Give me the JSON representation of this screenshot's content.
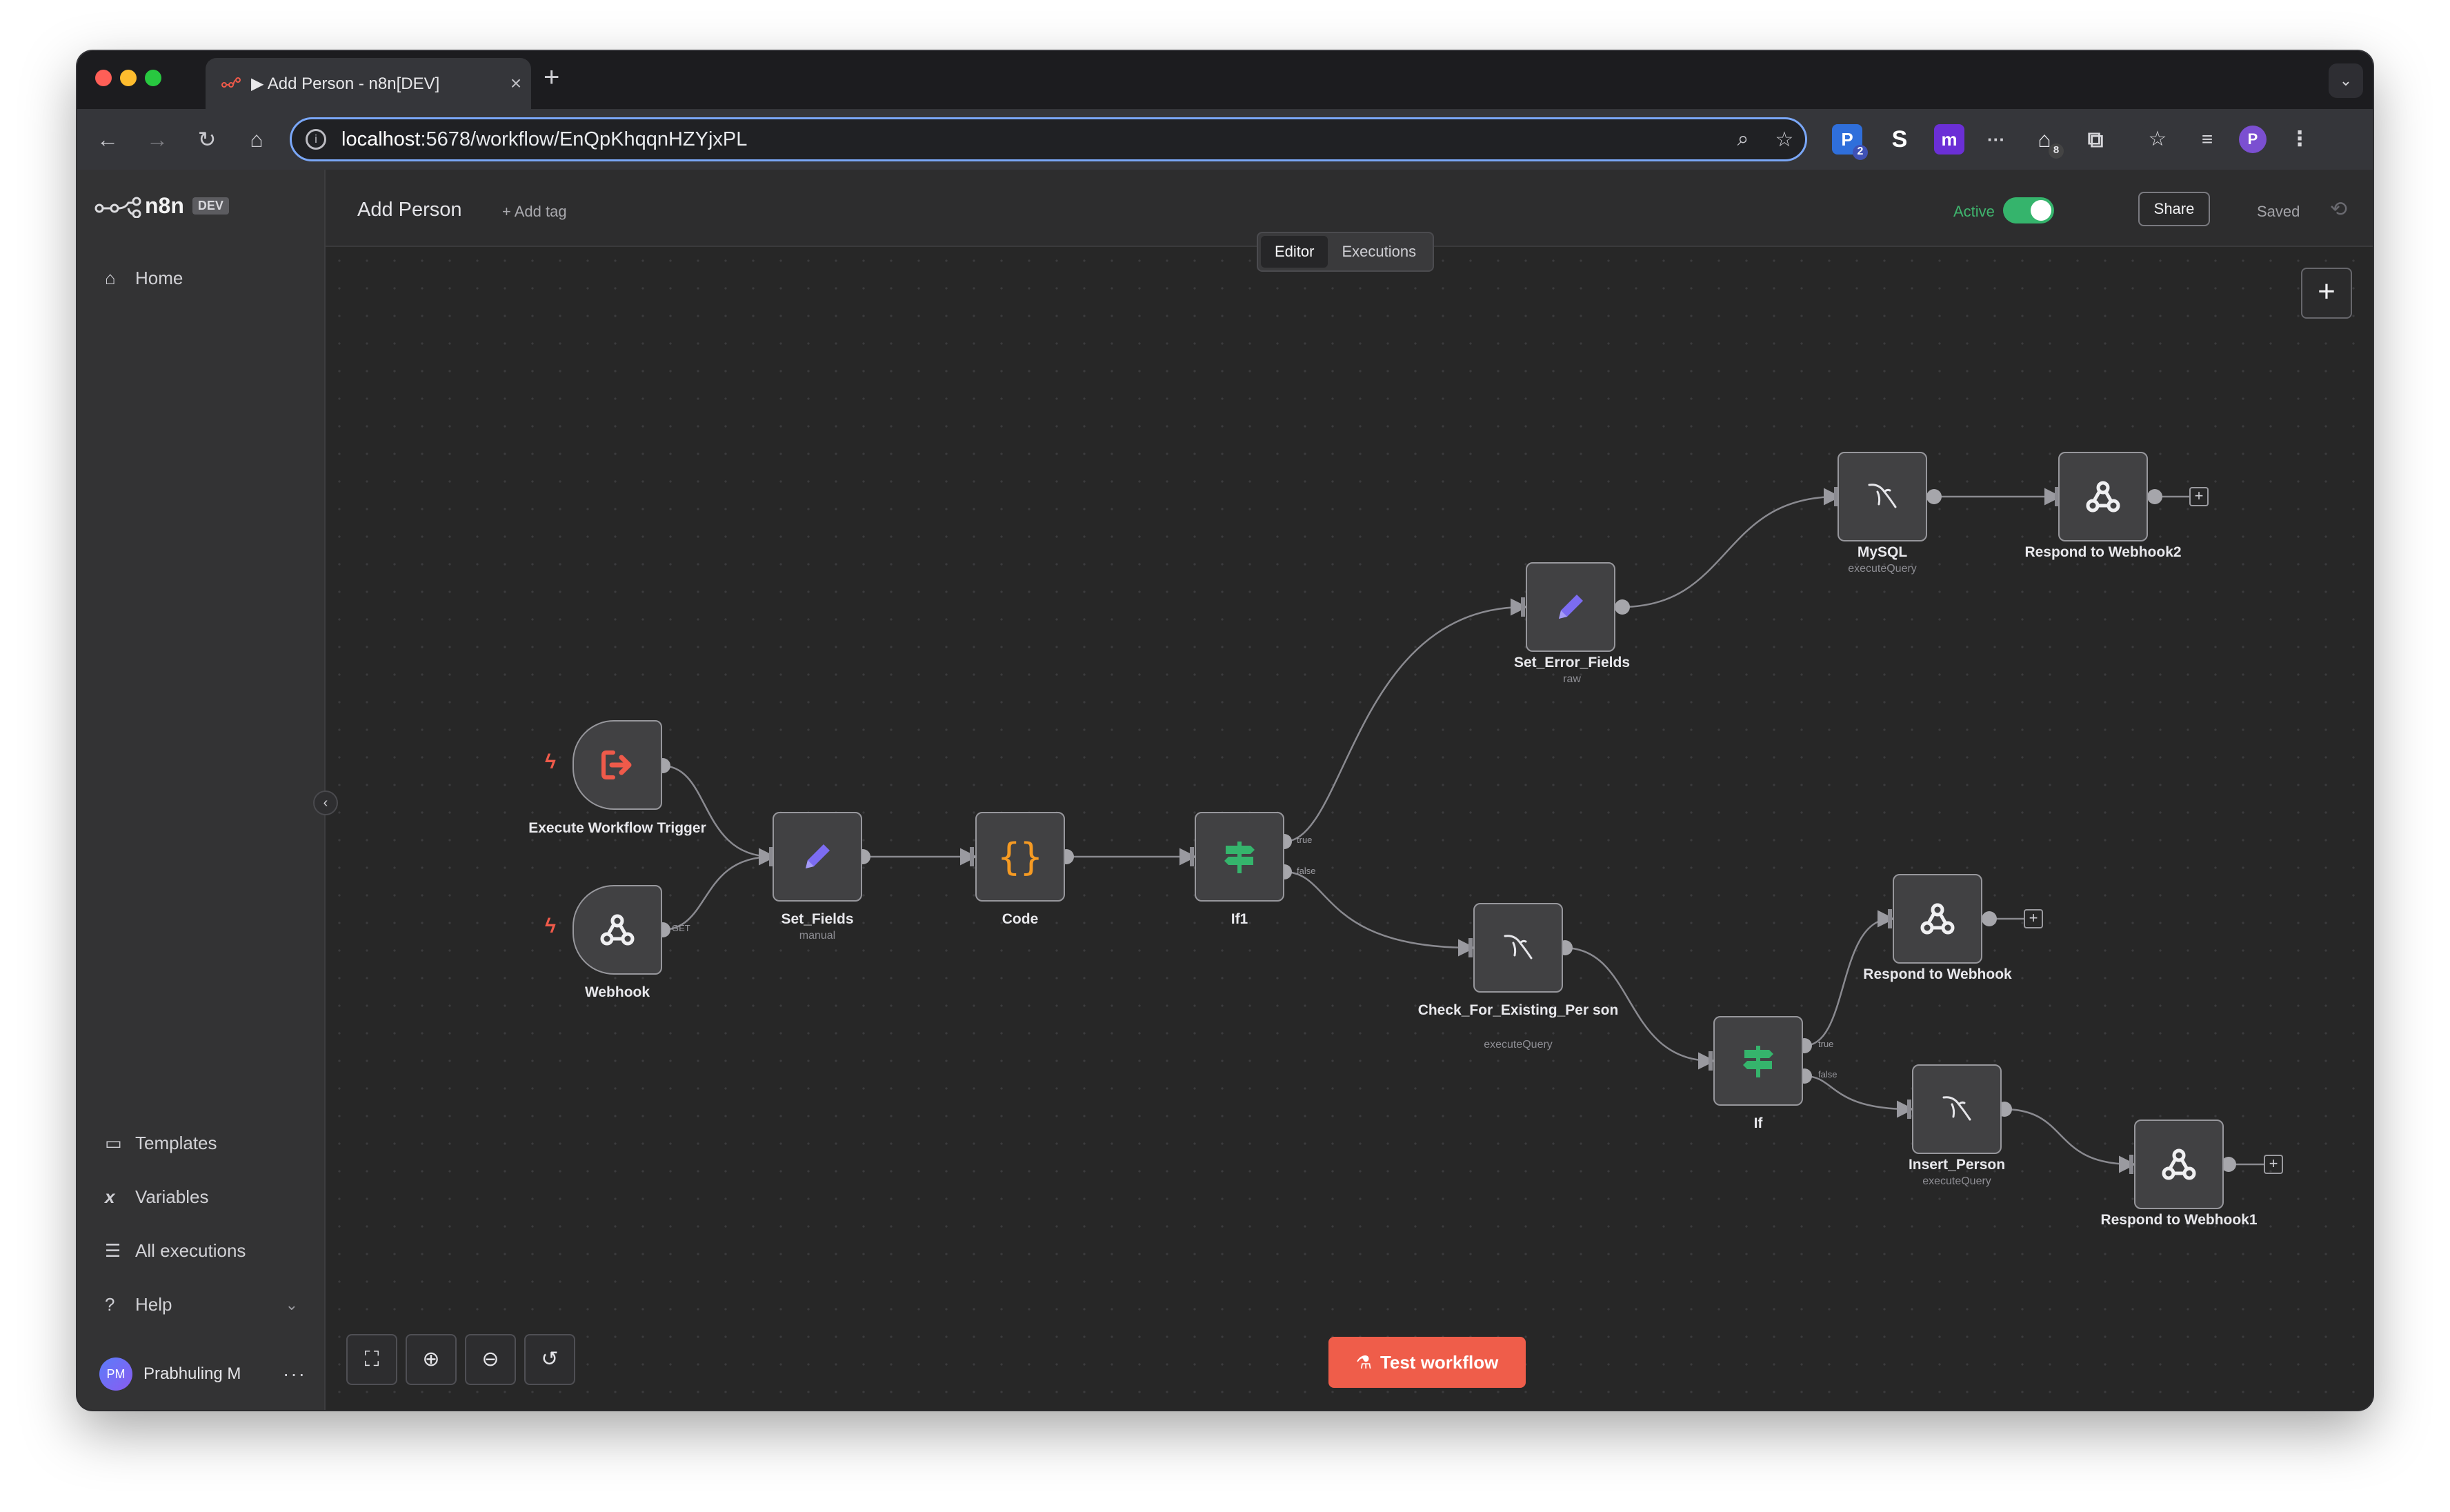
{
  "browser": {
    "tab_title": "▶ Add Person - n8n[DEV]",
    "url_host": "localhost",
    "url_path": ":5678/workflow/EnQpKhqqnHZYjxPL",
    "ext_badge_1": "2",
    "ext_badge_2": "8",
    "profile_initial": "P"
  },
  "app": {
    "logo_text": "n8n",
    "env_badge": "DEV",
    "sidebar": {
      "home": "Home",
      "templates": "Templates",
      "variables": "Variables",
      "all_executions": "All executions",
      "help": "Help"
    },
    "user": {
      "initials": "PM",
      "name": "Prabhuling M"
    },
    "header": {
      "workflow_name": "Add Person",
      "add_tag": "+ Add tag",
      "active_label": "Active",
      "active_on": true,
      "share": "Share",
      "saved": "Saved"
    },
    "tabs": {
      "editor": "Editor",
      "executions": "Executions",
      "selected": "Editor"
    },
    "test_button": "Test workflow"
  },
  "nodes": {
    "exec_trigger": {
      "label": "Execute Workflow Trigger",
      "sub": ""
    },
    "webhook": {
      "label": "Webhook",
      "sub": "",
      "port": "GET"
    },
    "set_fields": {
      "label": "Set_Fields",
      "sub": "manual"
    },
    "code": {
      "label": "Code",
      "sub": ""
    },
    "if1": {
      "label": "If1",
      "sub": "",
      "port_true": "true",
      "port_false": "false"
    },
    "set_error": {
      "label": "Set_Error_Fields",
      "sub": "raw"
    },
    "mysql": {
      "label": "MySQL",
      "sub": "executeQuery"
    },
    "respond2": {
      "label": "Respond to Webhook2",
      "sub": ""
    },
    "check_person": {
      "label": "Check_For_Existing_Per son",
      "sub": "executeQuery"
    },
    "if": {
      "label": "If",
      "sub": "",
      "port_true": "true",
      "port_false": "false"
    },
    "respond": {
      "label": "Respond to Webhook",
      "sub": ""
    },
    "insert_person": {
      "label": "Insert_Person",
      "sub": "executeQuery"
    },
    "respond1": {
      "label": "Respond to Webhook1",
      "sub": ""
    }
  },
  "colors": {
    "accent": "#ef5d4a",
    "active_green": "#35b46c",
    "set_icon": "#7c6cf2",
    "code_icon": "#f59a23",
    "if_icon": "#35b46c",
    "trigger_icon": "#ef5a4a"
  },
  "icons": {
    "execute_trigger": "sign-out-icon",
    "webhook": "webhook-icon",
    "set": "pencil-icon",
    "code": "braces-icon",
    "if": "signpost-icon",
    "mysql": "dolphin-icon"
  }
}
